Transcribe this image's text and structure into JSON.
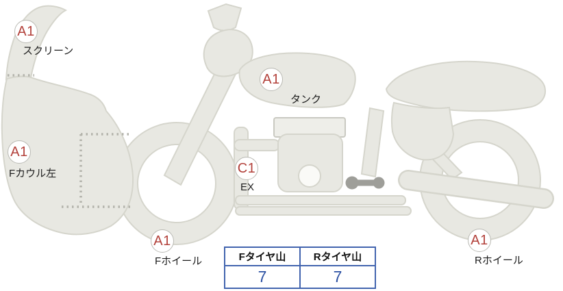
{
  "labels": [
    {
      "code": "A1",
      "part": "スクリーン"
    },
    {
      "code": "A1",
      "part": "Fカウル左"
    },
    {
      "code": "A1",
      "part": "タンク"
    },
    {
      "code": "C1",
      "part": "EX"
    },
    {
      "code": "A1",
      "part": "Fホイール"
    },
    {
      "code": "A1",
      "part": "Rホイール"
    }
  ],
  "tire_table": {
    "headers": [
      "Fタイヤ山",
      "Rタイヤ山"
    ],
    "values": [
      "7",
      "7"
    ]
  },
  "colors": {
    "damage_code_text": "#b2403a",
    "badge_border": "#b9b9b3",
    "table_border": "#4163ae",
    "table_value_text": "#2a4fa2",
    "body_fill": "#e8e8e2",
    "body_outline": "#d5d5cc",
    "panel_line_dotted": "#b3b3ab"
  }
}
